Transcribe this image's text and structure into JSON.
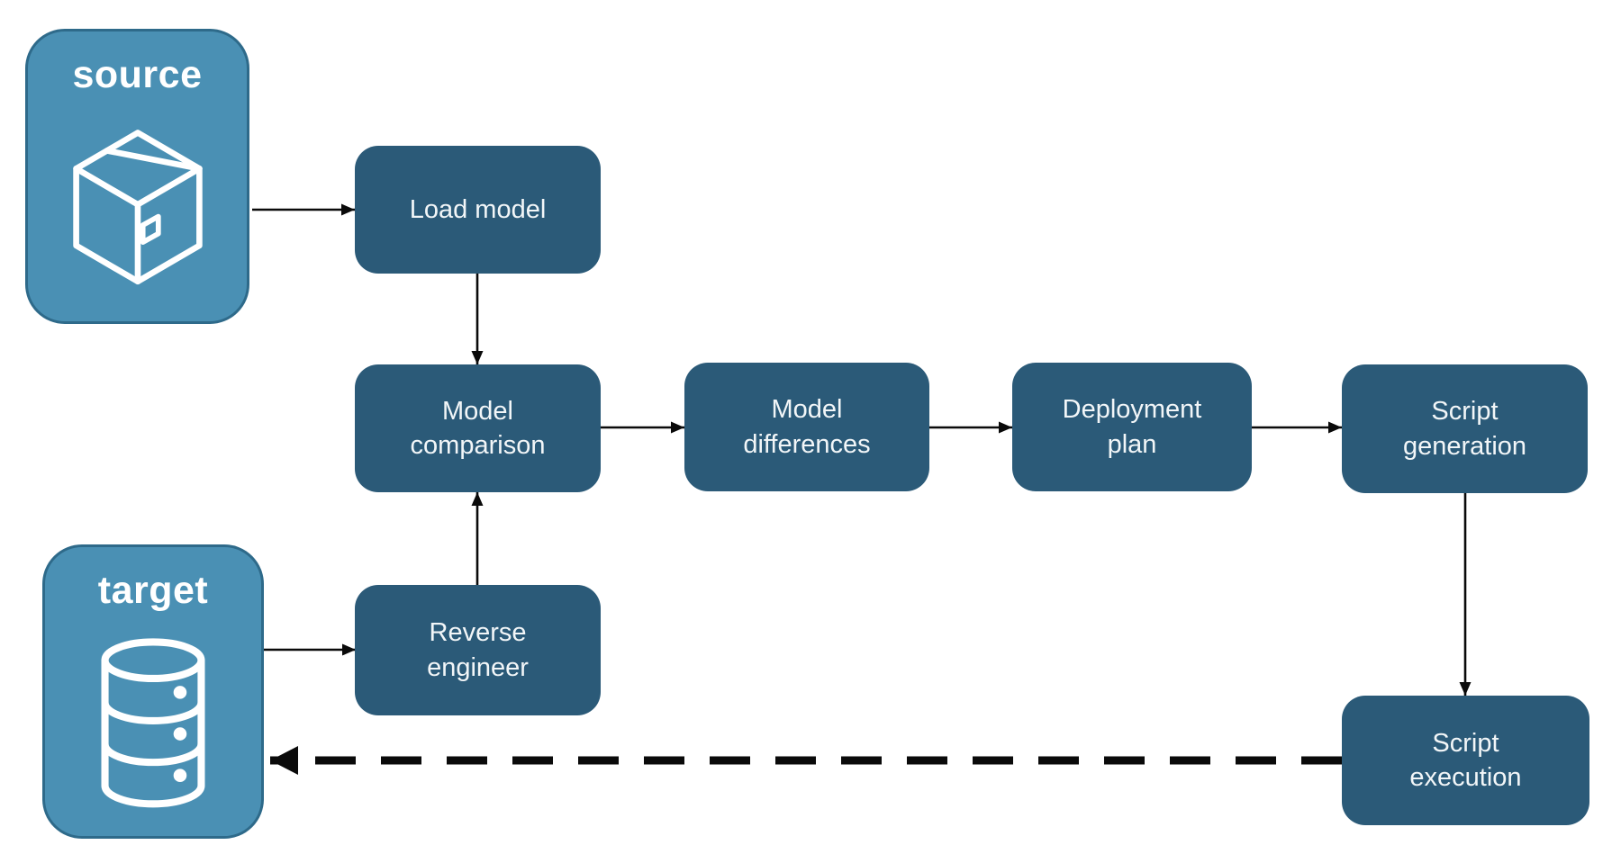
{
  "diagram": {
    "type": "flowchart",
    "source": {
      "label": "source",
      "icon": "package-icon"
    },
    "target": {
      "label": "target",
      "icon": "database-icon"
    },
    "nodes": [
      {
        "id": "load-model",
        "label": "Load model"
      },
      {
        "id": "model-comparison",
        "label": "Model comparison"
      },
      {
        "id": "model-differences",
        "label": "Model differences"
      },
      {
        "id": "deployment-plan",
        "label": "Deployment plan"
      },
      {
        "id": "script-generation",
        "label": "Script generation"
      },
      {
        "id": "reverse-engineer",
        "label": "Reverse engineer"
      },
      {
        "id": "script-execution",
        "label": "Script execution"
      }
    ],
    "edges": [
      {
        "from": "source",
        "to": "load-model",
        "style": "solid"
      },
      {
        "from": "load-model",
        "to": "model-comparison",
        "style": "solid"
      },
      {
        "from": "model-comparison",
        "to": "model-differences",
        "style": "solid"
      },
      {
        "from": "model-differences",
        "to": "deployment-plan",
        "style": "solid"
      },
      {
        "from": "deployment-plan",
        "to": "script-generation",
        "style": "solid"
      },
      {
        "from": "script-generation",
        "to": "script-execution",
        "style": "solid"
      },
      {
        "from": "target",
        "to": "reverse-engineer",
        "style": "solid"
      },
      {
        "from": "reverse-engineer",
        "to": "model-comparison",
        "style": "solid"
      },
      {
        "from": "script-execution",
        "to": "target",
        "style": "dashed"
      }
    ],
    "colors": {
      "node_fill": "#2b5a78",
      "node_text": "#f2f6f8",
      "container_fill": "#4a90b4",
      "container_border": "#2e6a8a",
      "container_text": "#ffffff",
      "arrow": "#0a0a0a",
      "background": "#ffffff"
    }
  }
}
